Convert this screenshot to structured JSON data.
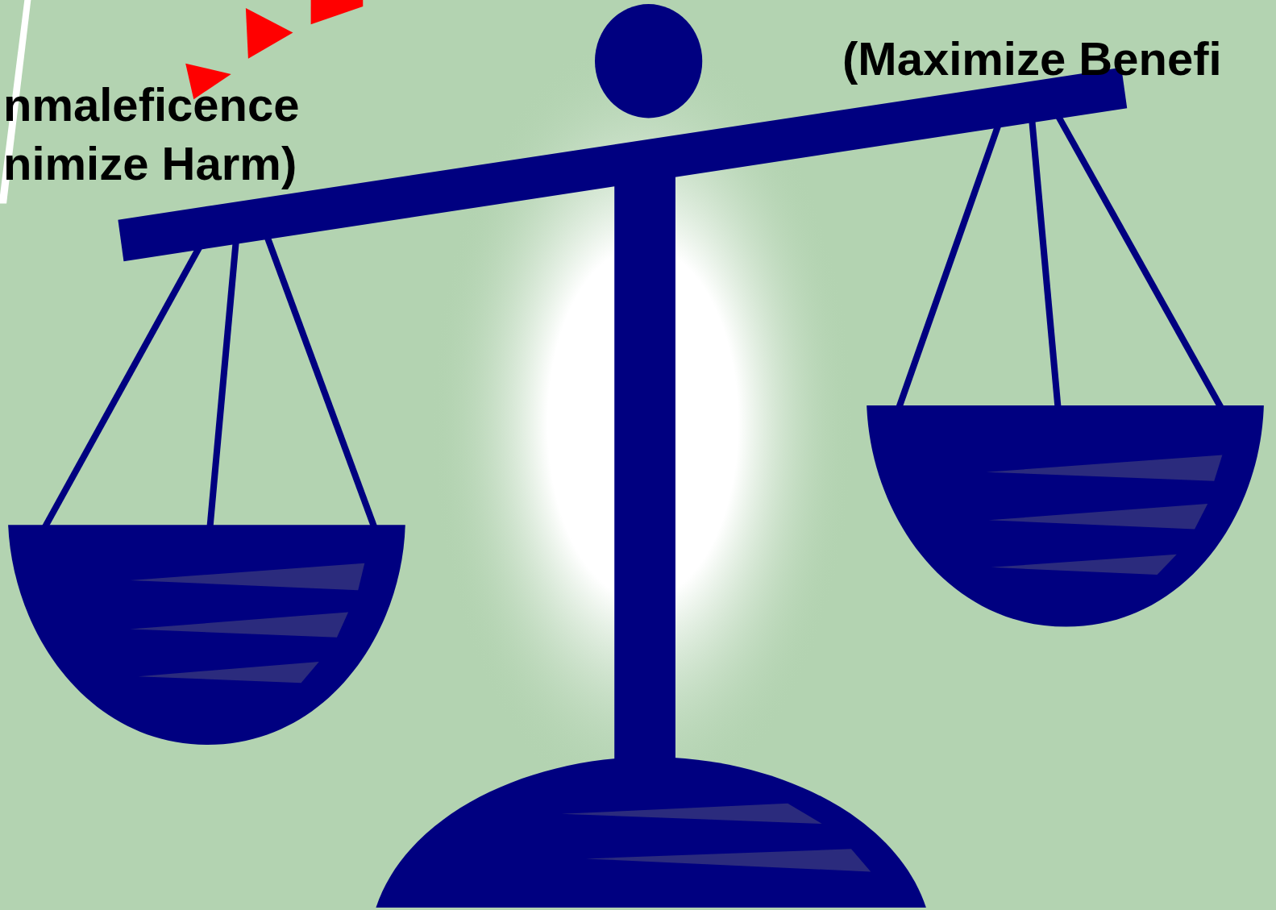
{
  "diagram": {
    "labels": [
      "nmaleficence",
      "nimize Harm)",
      "(Maximize Benefi"
    ]
  }
}
